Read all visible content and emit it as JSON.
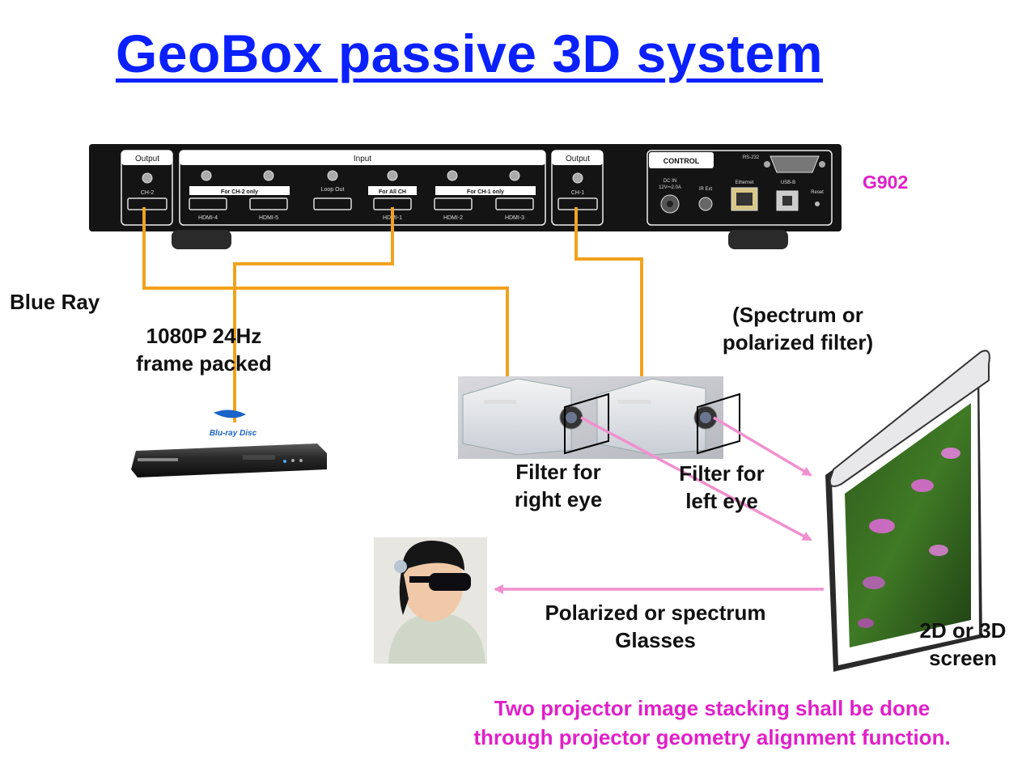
{
  "title": "GeoBox passive 3D system",
  "device": {
    "model": "G902",
    "output_left": "Output",
    "output_right": "Output",
    "input": "Input",
    "control": "CONTROL",
    "rs232": "RS-232",
    "groups": {
      "ch2_only": "For CH-2 only",
      "loop_out": "Loop Out",
      "all_ch": "For All CH",
      "ch1_only": "For CH-1 only"
    },
    "ports": {
      "ch2": "CH-2",
      "hdmi4": "HDMI-4",
      "hdmi5": "HDMI-5",
      "hdmi1": "HDMI-1",
      "hdmi2": "HDMI-2",
      "hdmi3": "HDMI-3",
      "ch1": "CH-1",
      "dc_in": "DC IN",
      "dc_spec": "12V⎓2.0A",
      "ir_ext": "IR Ext",
      "ethernet": "Ethernet",
      "usb_b": "USB-B",
      "reset": "Reset"
    }
  },
  "labels": {
    "blue_ray": "Blue Ray",
    "signal_line1": "1080P 24Hz",
    "signal_line2": "frame packed",
    "bluray_logo": "Blu-ray Disc",
    "filter_type_line1": "(Spectrum or",
    "filter_type_line2": "polarized filter)",
    "filter_right_line1": "Filter for",
    "filter_right_line2": "right eye",
    "filter_left_line1": "Filter for",
    "filter_left_line2": "left eye",
    "glasses_line1": "Polarized or spectrum",
    "glasses_line2": "Glasses",
    "screen_line1": "2D or 3D",
    "screen_line2": "screen",
    "note_line1": "Two projector image stacking shall be done",
    "note_line2": "through projector geometry alignment function."
  },
  "colors": {
    "title": "#0a20ff",
    "model": "#e020c8",
    "note": "#e020c8",
    "cable": "#f2a21e",
    "light_ray": "#f090d0",
    "device_body": "#141414"
  }
}
